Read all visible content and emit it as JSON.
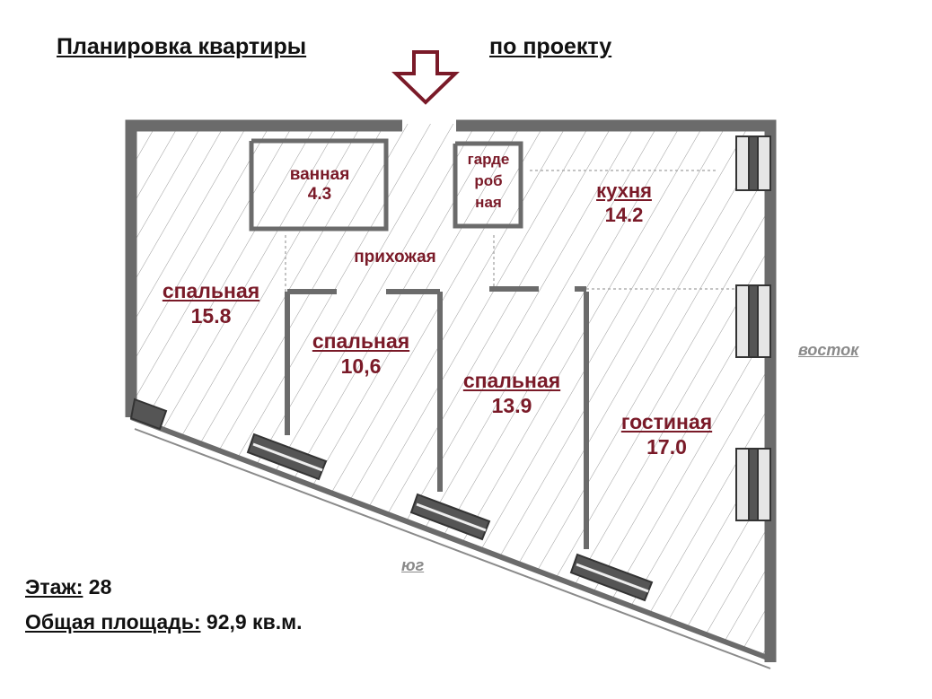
{
  "header": {
    "title_left": "Планировка квартиры",
    "title_right": "по проекту"
  },
  "entrance": {
    "icon": "arrow-down-icon"
  },
  "rooms": {
    "bathroom": {
      "name": "ванная",
      "area": "4.3"
    },
    "wardrobe": {
      "line1": "гарде",
      "line2": "роб",
      "line3": "ная"
    },
    "kitchen": {
      "name": "кухня",
      "area": "14.2"
    },
    "hallway": {
      "name": "прихожая"
    },
    "bedroom1": {
      "name": "спальная",
      "area": "15.8"
    },
    "bedroom2": {
      "name": "спальная",
      "area": "10,6"
    },
    "bedroom3": {
      "name": "спальная",
      "area": "13.9"
    },
    "living": {
      "name": "гостиная",
      "area": "17.0"
    }
  },
  "directions": {
    "east": "восток",
    "south": "юг"
  },
  "info": {
    "floor_label": "Этаж:",
    "floor_value": "28",
    "area_label": "Общая площадь:",
    "area_value": "92,9 кв.м."
  },
  "colors": {
    "room_label": "#7a1a28",
    "wall": "#6b6b6b",
    "arrow": "#7a1a28",
    "direction": "#8a8a8a"
  }
}
